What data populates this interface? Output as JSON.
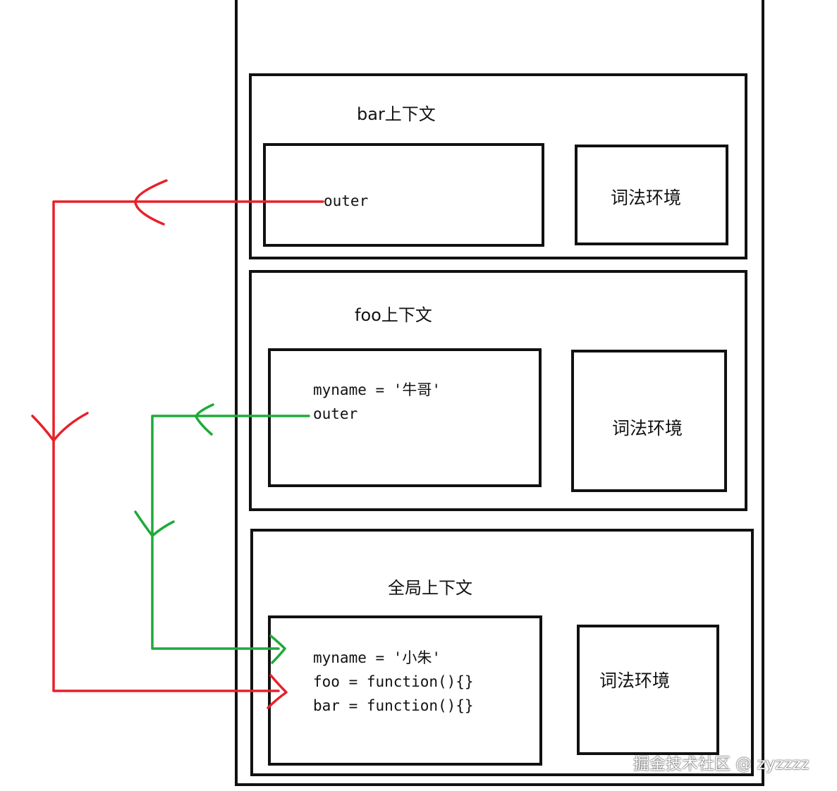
{
  "contexts": {
    "bar": {
      "title": "bar上下文",
      "variable_lines": [
        "outer"
      ],
      "lexical_env_label": "词法环境"
    },
    "foo": {
      "title": "foo上下文",
      "variable_lines": [
        "myname = '牛哥'",
        "outer"
      ],
      "lexical_env_label": "词法环境"
    },
    "global": {
      "title": "全局上下文",
      "variable_lines": [
        "myname = '小朱'",
        "foo = function(){}",
        "bar = function(){}"
      ],
      "lexical_env_label": "词法环境"
    }
  },
  "colors": {
    "bar_outer_arrow": "#e8202a",
    "foo_outer_arrow": "#1faa3a",
    "box_border": "#111111"
  },
  "watermark": "掘金技术社区 @ zyzzzz"
}
